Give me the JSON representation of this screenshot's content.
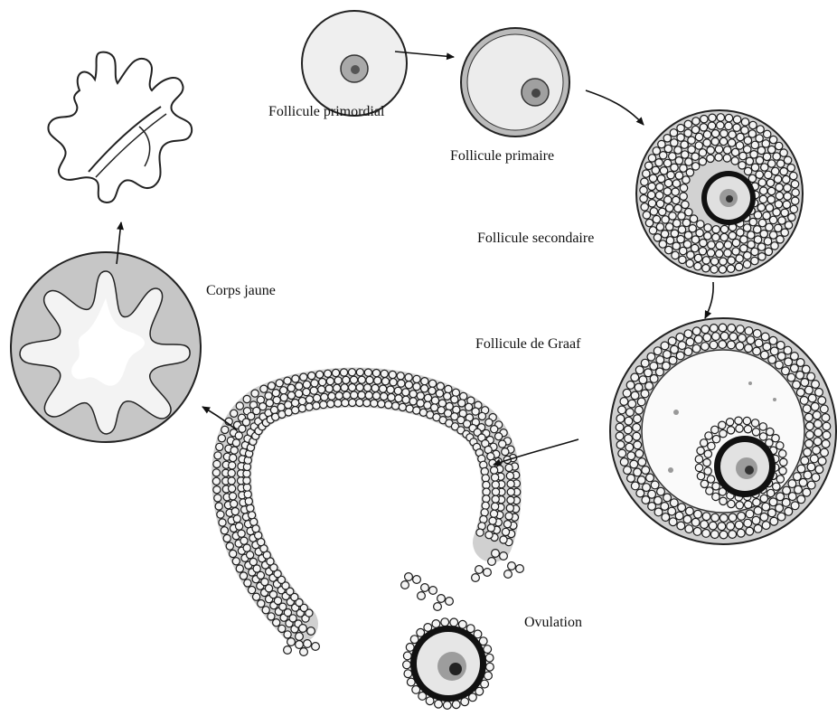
{
  "labels": {
    "primordial": "Follicule primordial",
    "primaire": "Follicule primaire",
    "secondaire": "Follicule secondaire",
    "graaf": "Follicule de Graaf",
    "corps_jaune": "Corps jaune",
    "ovulation": "Ovulation"
  },
  "colors": {
    "outline": "#1a1a1a",
    "cell_fill": "#f4f4f4",
    "cytoplasm": "#e3e3e3",
    "nucleus": "#8a8a8a",
    "luteal": "#c8c8c8",
    "arrow": "#111111"
  }
}
